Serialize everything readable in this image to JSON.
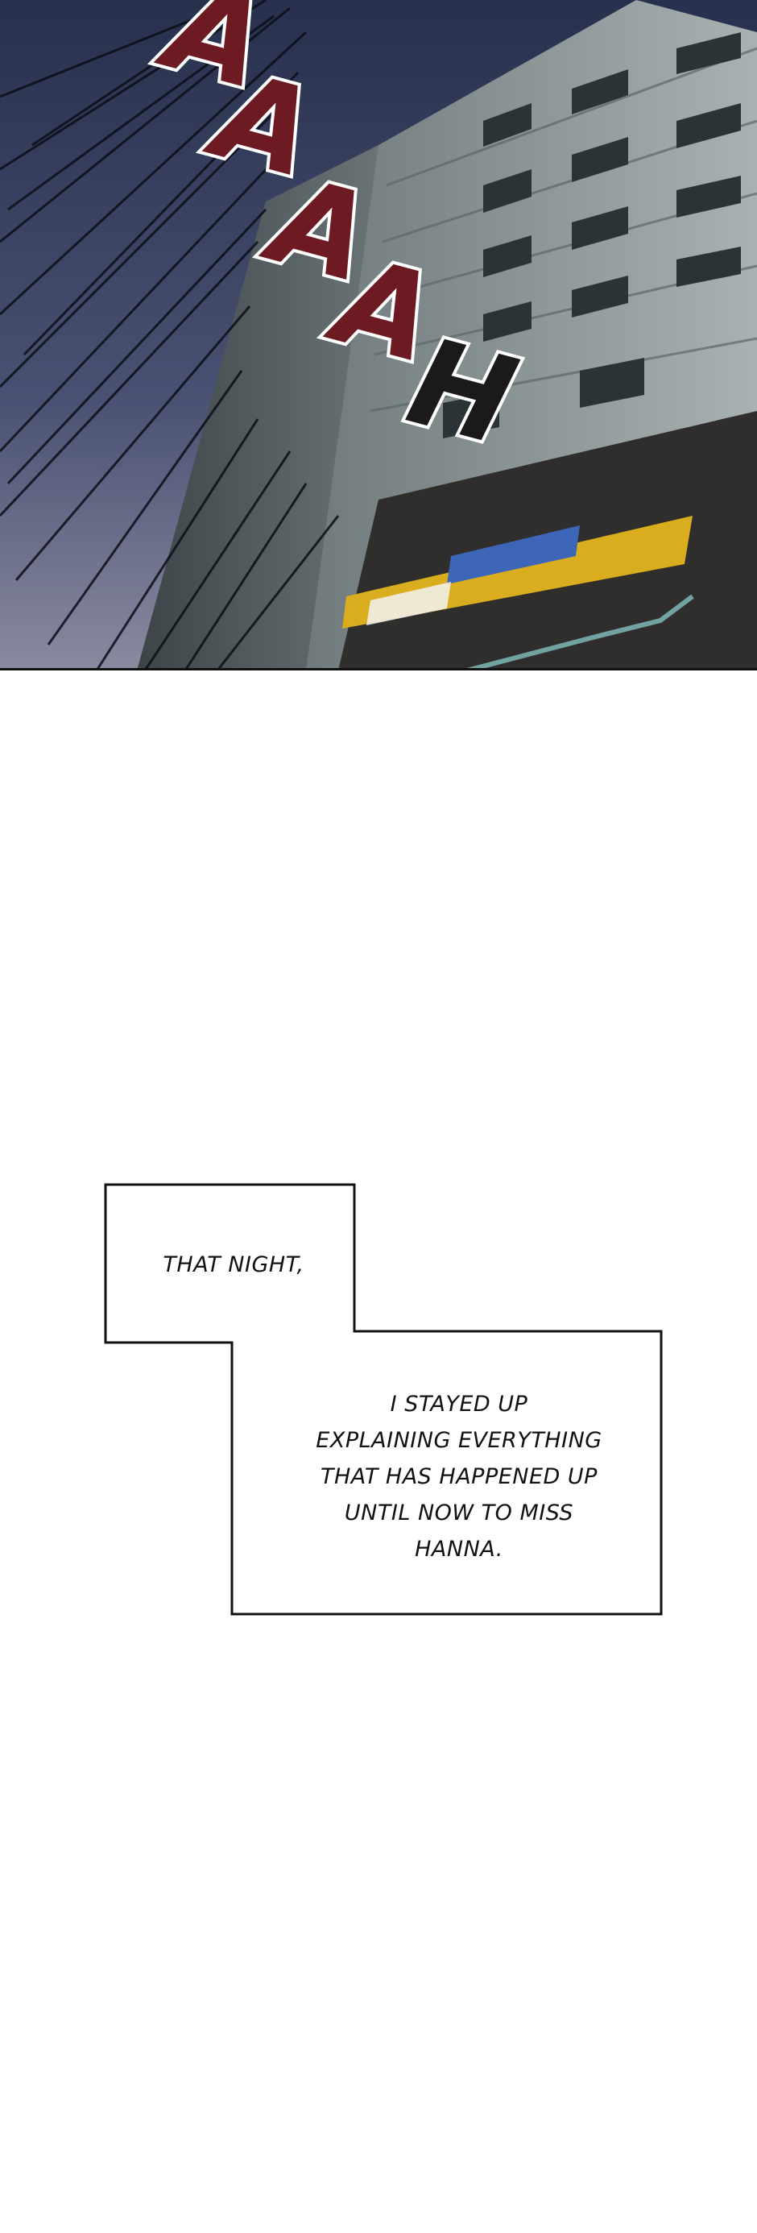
{
  "panel_top": {
    "sfx": "AAAAH",
    "colors": {
      "sky_top": "#2a3350",
      "sky_bottom": "#6b6f8a",
      "building": "#9aa3a3",
      "sfx_fill": "#6d1a22",
      "sign": "#e0b21a"
    }
  },
  "captions": {
    "first": "That night,",
    "second_lines": [
      "I stayed up",
      "explaining everything",
      "that has happened up",
      "until now to Miss",
      "Hanna."
    ]
  }
}
